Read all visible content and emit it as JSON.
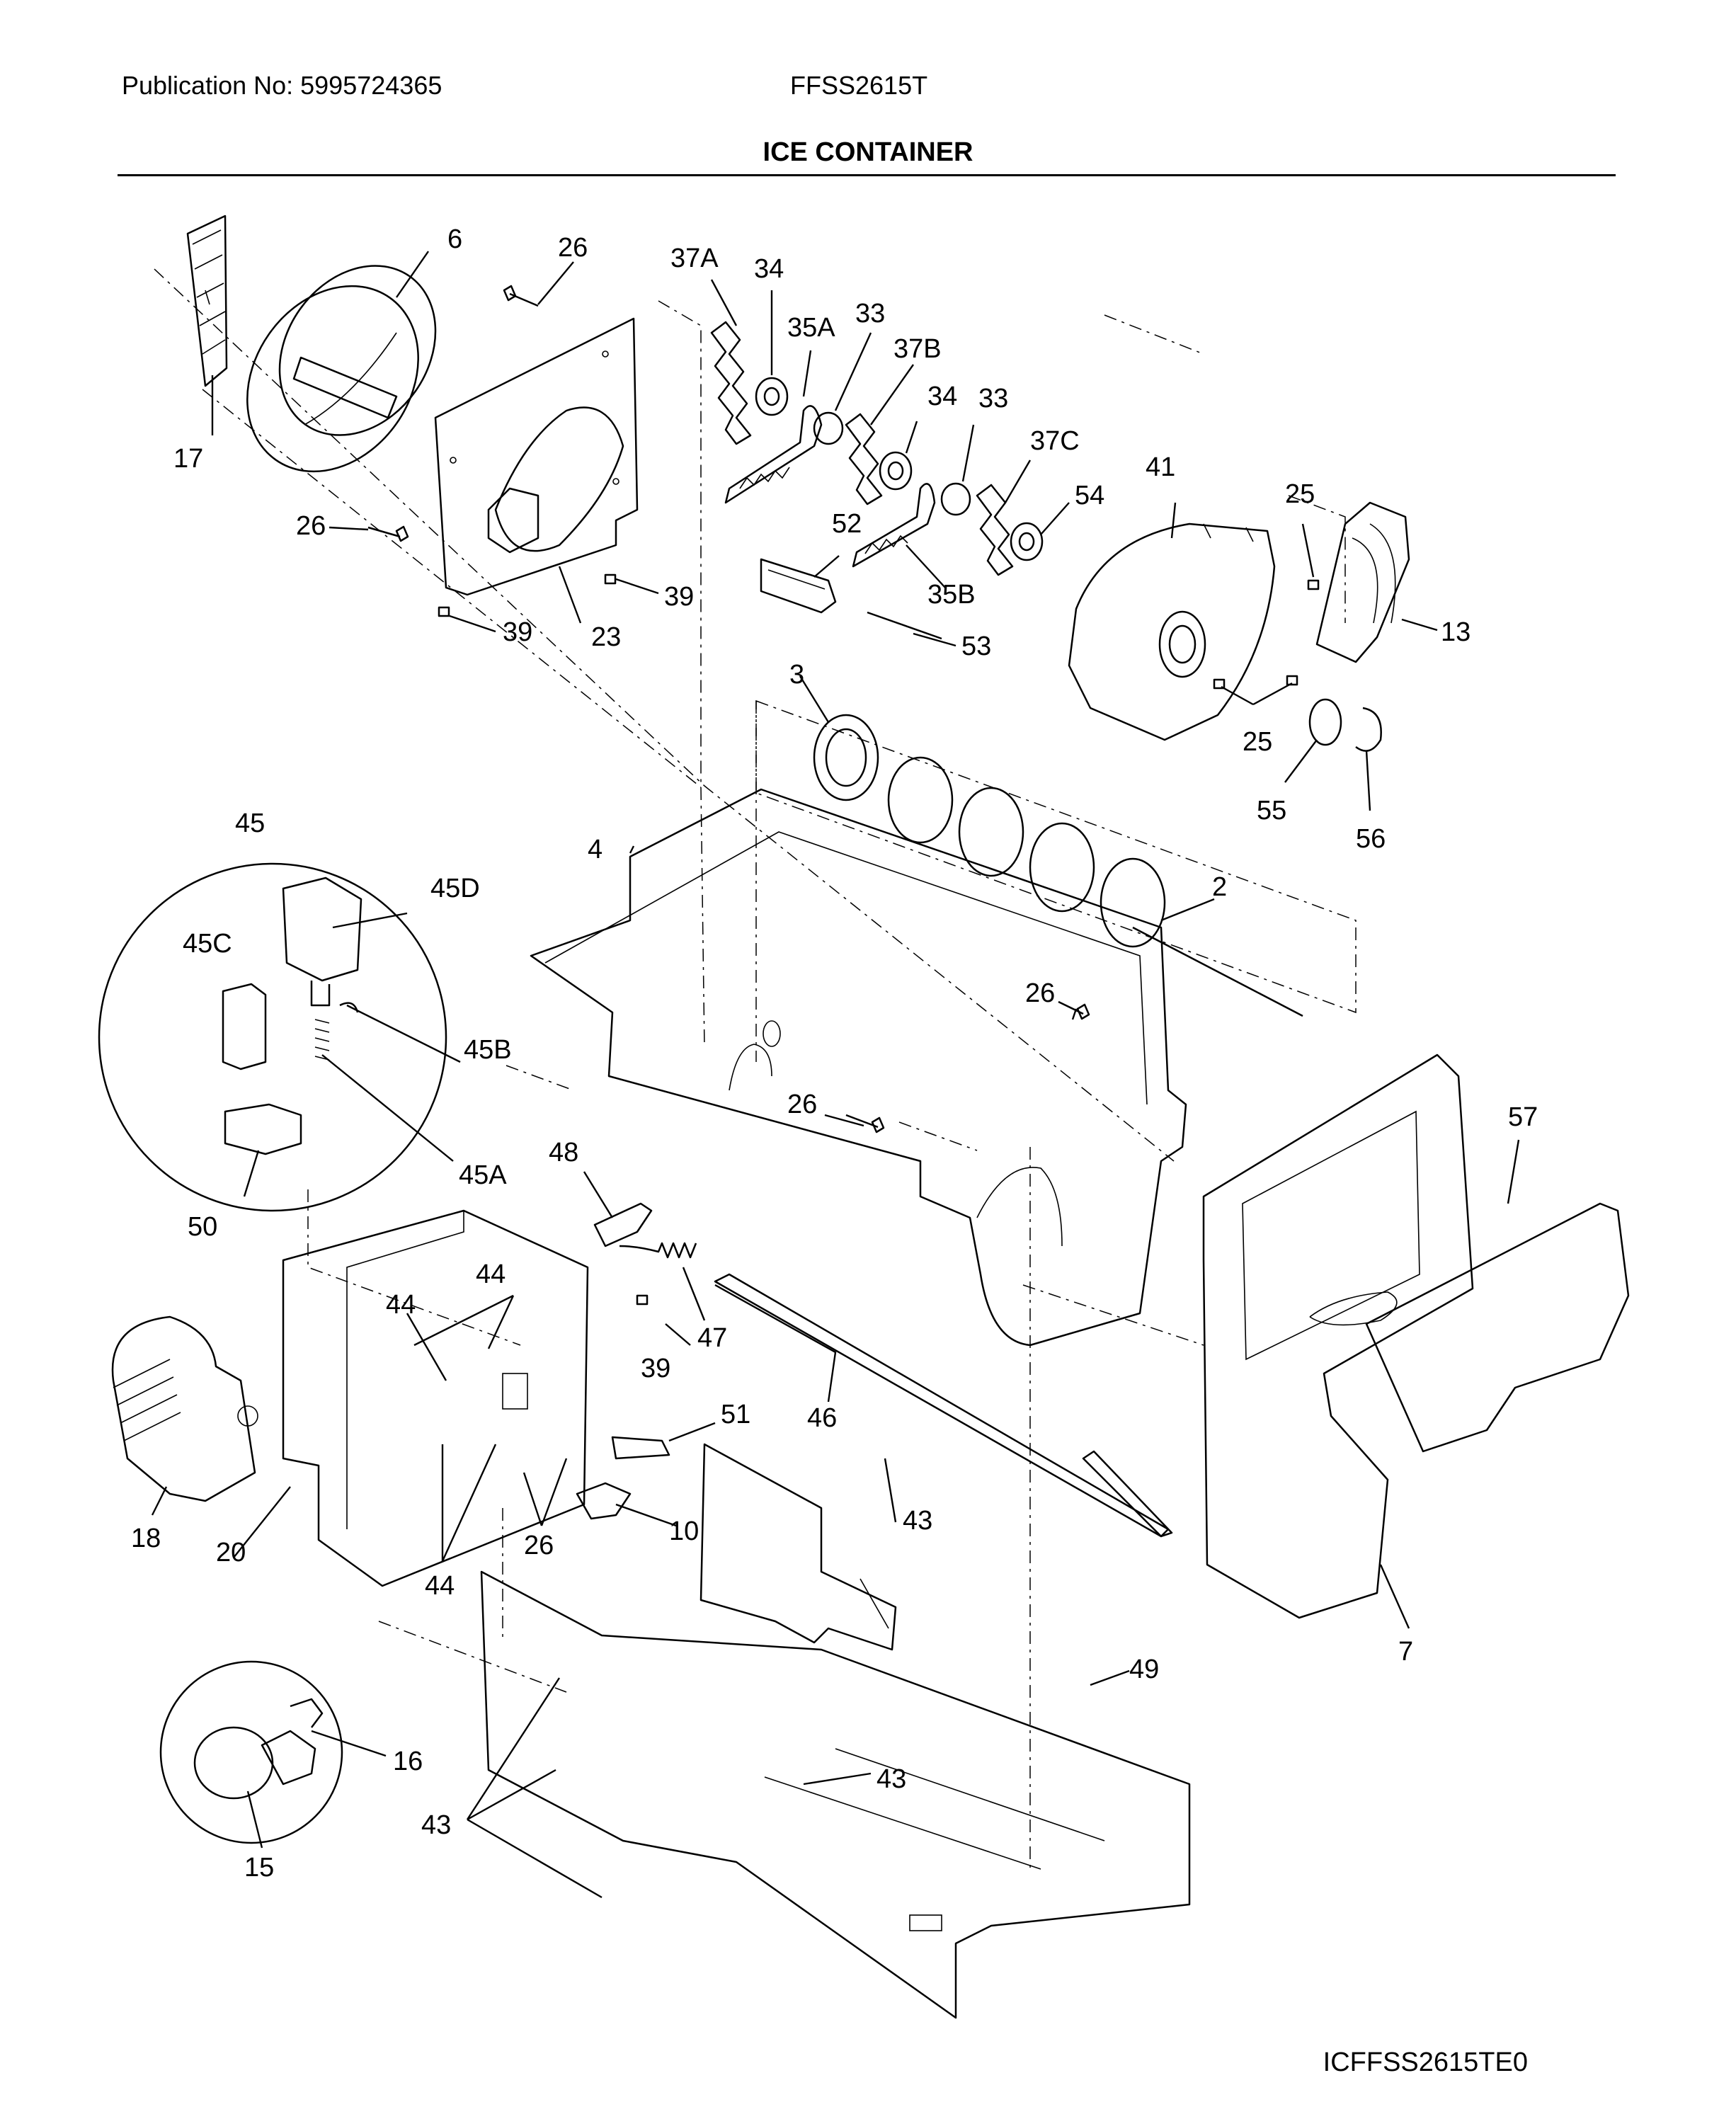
{
  "header": {
    "publication": "Publication No: 5995724365",
    "model": "FFSS2615T",
    "title": "ICE CONTAINER"
  },
  "footer": {
    "code": "ICFFSS2615TE0"
  },
  "callouts": [
    "17",
    "6",
    "26",
    "37A",
    "34",
    "35A",
    "33",
    "37B",
    "34",
    "33",
    "37C",
    "54",
    "41",
    "25",
    "26",
    "52",
    "35B",
    "53",
    "13",
    "39",
    "39",
    "23",
    "3",
    "25",
    "55",
    "56",
    "45",
    "45D",
    "45C",
    "45B",
    "45A",
    "50",
    "4",
    "2",
    "26",
    "26",
    "57",
    "48",
    "47",
    "39",
    "44",
    "44",
    "46",
    "51",
    "18",
    "20",
    "44",
    "26",
    "10",
    "43",
    "7",
    "49",
    "16",
    "15",
    "43",
    "43"
  ]
}
